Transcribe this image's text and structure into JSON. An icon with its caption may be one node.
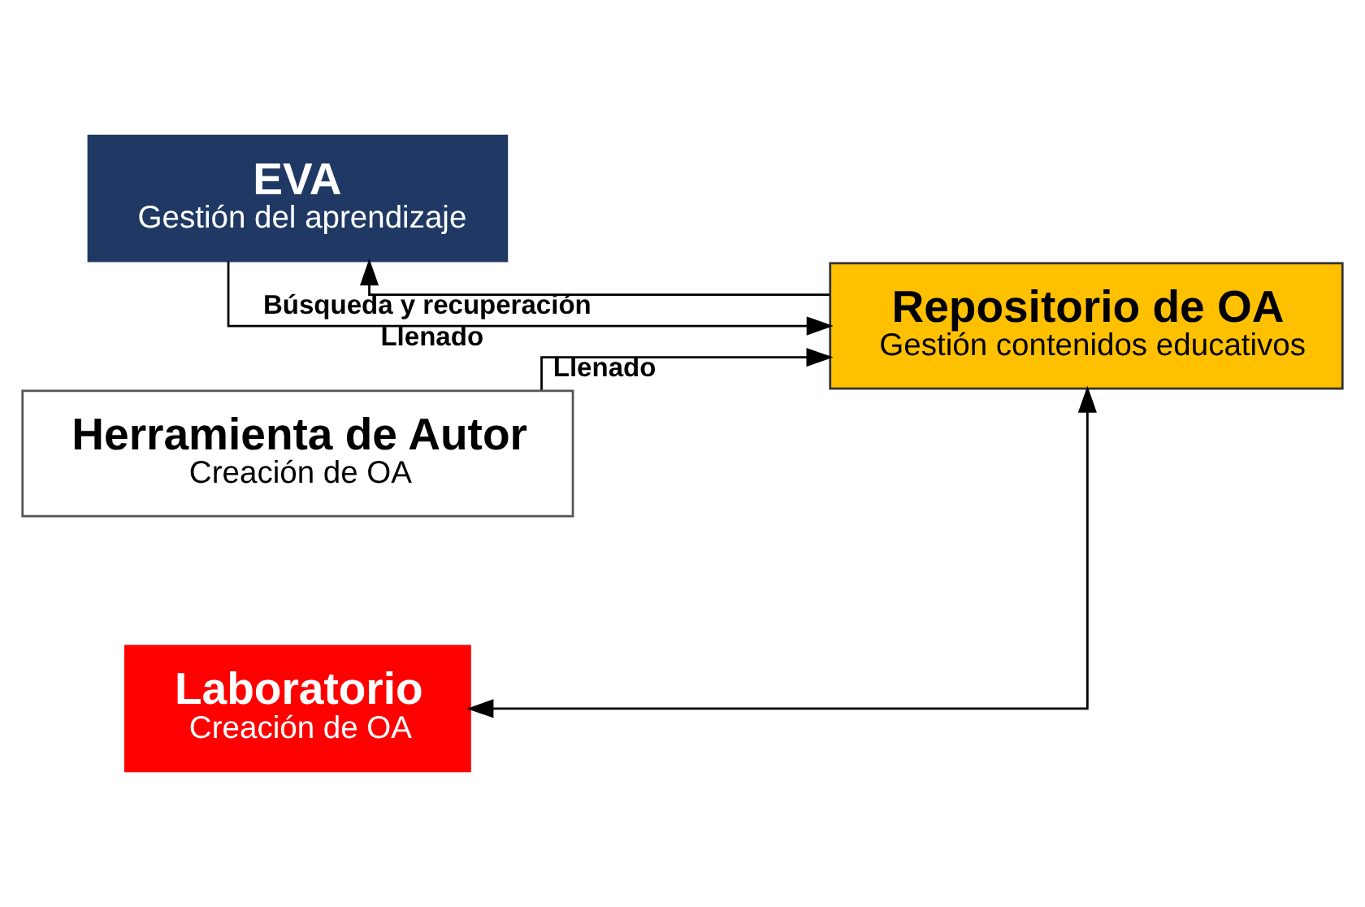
{
  "diagram": {
    "nodes": [
      {
        "text": [
          "EVA",
          "Gestión del aprendizaje"
        ]
      },
      {
        "text": [
          "Repositorio de OA",
          "Gestión contenidos educativos"
        ]
      },
      {
        "text": [
          "Herramienta de Autor",
          "Creación de OA"
        ]
      },
      {
        "text": [
          "Laboratorio",
          "Creación de OA"
        ]
      }
    ],
    "edges": [
      {
        "from": 1,
        "to": 0,
        "arrow": "to",
        "label": "Búsqueda y recuperación"
      },
      {
        "from": 0,
        "to": 1,
        "arrow": "to",
        "label": "Llenado"
      },
      {
        "from": 2,
        "to": 1,
        "arrow": "to",
        "label": "Llenado"
      },
      {
        "from": 3,
        "to": 1,
        "arrow": "both"
      }
    ]
  }
}
